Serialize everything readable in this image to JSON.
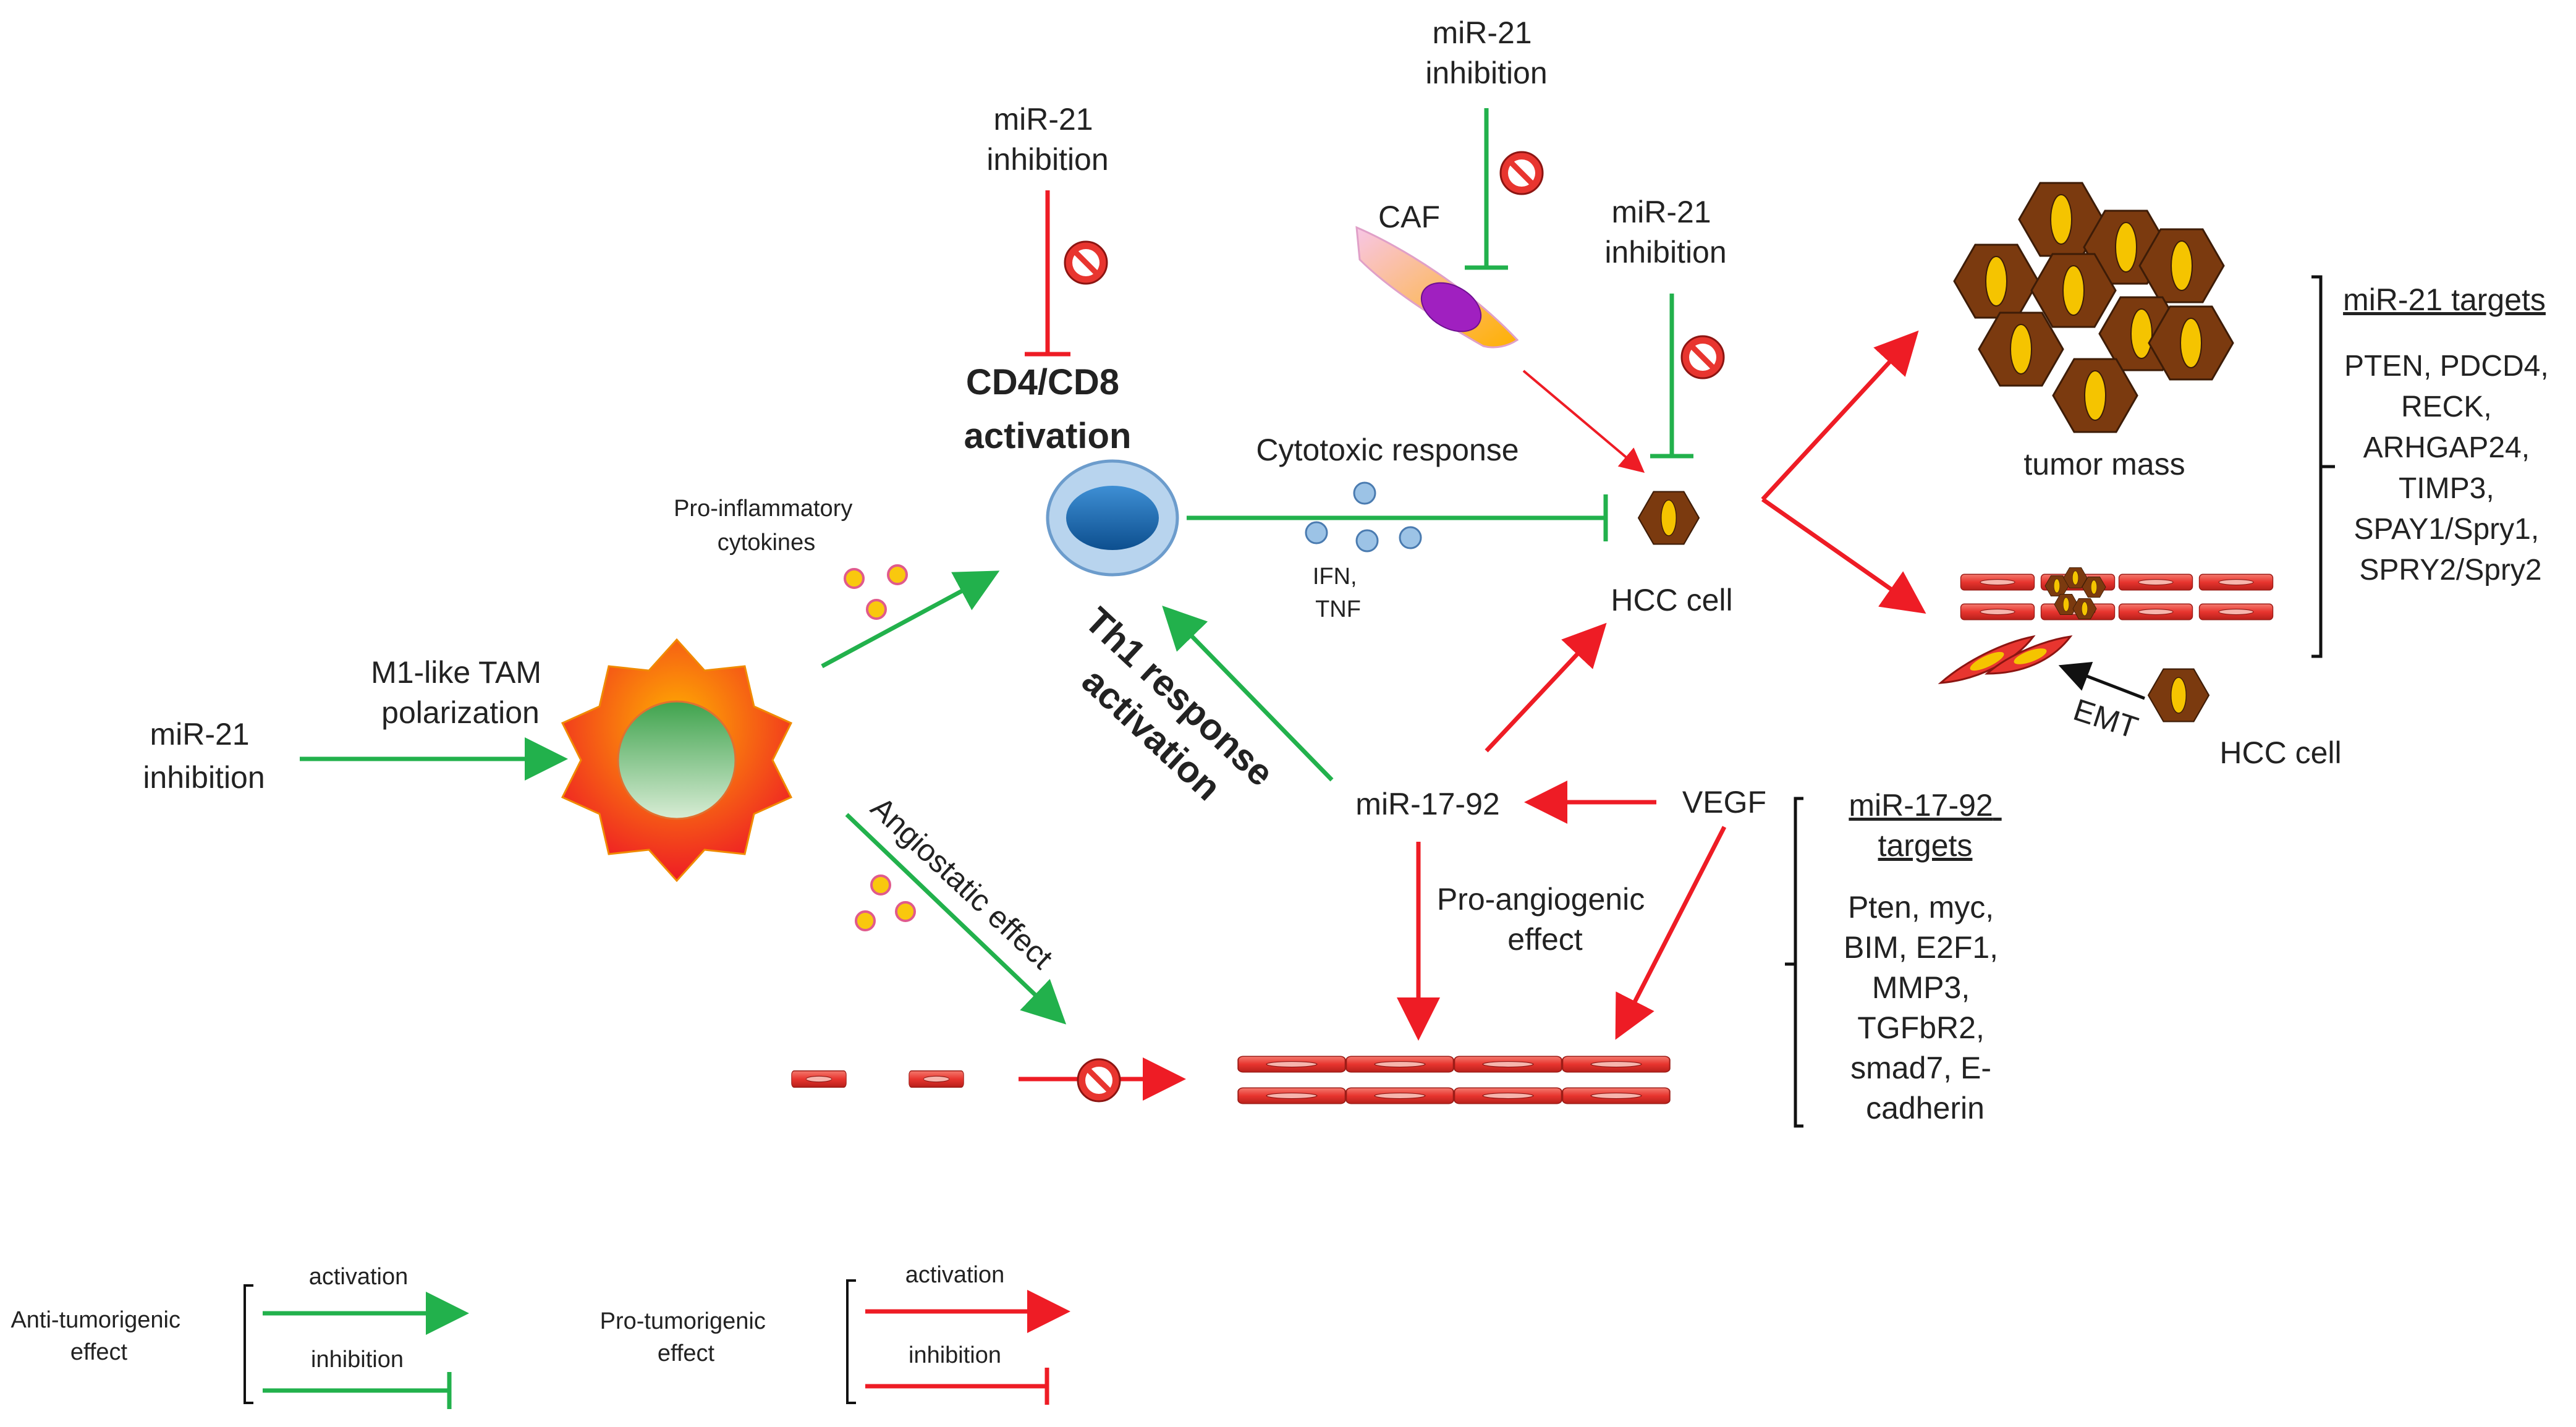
{
  "labels": {
    "mir21_inhib_left": [
      "miR-21",
      "inhibition"
    ],
    "m1_tam": [
      "M1-like TAM",
      "polarization"
    ],
    "pro_inflam": [
      "Pro-inflammatory",
      "cytokines"
    ],
    "mir21_inhib_cd4": [
      "miR-21",
      "inhibition"
    ],
    "cd4cd8": [
      "CD4/CD8",
      "activation"
    ],
    "mir21_inhib_caf": [
      "miR-21",
      "inhibition"
    ],
    "caf": "CAF",
    "mir21_inhib_hcc": [
      "miR-21",
      "inhibition"
    ],
    "cytotoxic": "Cytotoxic response",
    "ifn_tnf": [
      "IFN,",
      "TNF"
    ],
    "hcc_cell_center": "HCC cell",
    "tumor_mass": "tumor mass",
    "emt": "EMT",
    "hcc_cell_right": "HCC cell",
    "th1": [
      "Th1 response",
      "activation"
    ],
    "mir1792": "miR-17-92",
    "vegf": "VEGF",
    "pro_angio": [
      "Pro-angiogenic",
      "effect"
    ],
    "angiostatic": "Angiostatic effect"
  },
  "mir21_targets": {
    "header": "miR-21 targets",
    "lines": [
      "PTEN, PDCD4,",
      "RECK,",
      "ARHGAP24,",
      "TIMP3,",
      "SPAY1/Spry1,",
      "SPRY2/Spry2"
    ]
  },
  "mir1792_targets": {
    "header": [
      "miR-17-92",
      "targets"
    ],
    "lines": [
      "Pten, myc,",
      "BIM, E2F1,",
      "MMP3,",
      "TGFbR2,",
      "smad7, E-",
      "cadherin"
    ]
  },
  "legend": {
    "anti": {
      "title": [
        "Anti-tumorigenic",
        "effect"
      ],
      "activation": "activation",
      "inhibition": "inhibition"
    },
    "pro": {
      "title": [
        "Pro-tumorigenic",
        "effect"
      ],
      "activation": "activation",
      "inhibition": "inhibition"
    }
  },
  "colors": {
    "green": "#22b14c",
    "red": "#ee1c25",
    "cell_brown": "#7b3a0f",
    "nucleus_yellow": "#f5c400",
    "t_cell_outer": "#b8d4ee",
    "t_cell_nucleus": "#1f6fb5",
    "vessel_red": "#e8352f",
    "cytokine_blue": "#9cc3e6",
    "dot_yellow": "#f9c80e"
  },
  "icons": [
    "no-sign-icon",
    "hcc-cell-icon",
    "t-cell-icon",
    "macrophage-icon",
    "caf-cell-icon",
    "vessel-icon",
    "cytokine-dot-icon"
  ]
}
